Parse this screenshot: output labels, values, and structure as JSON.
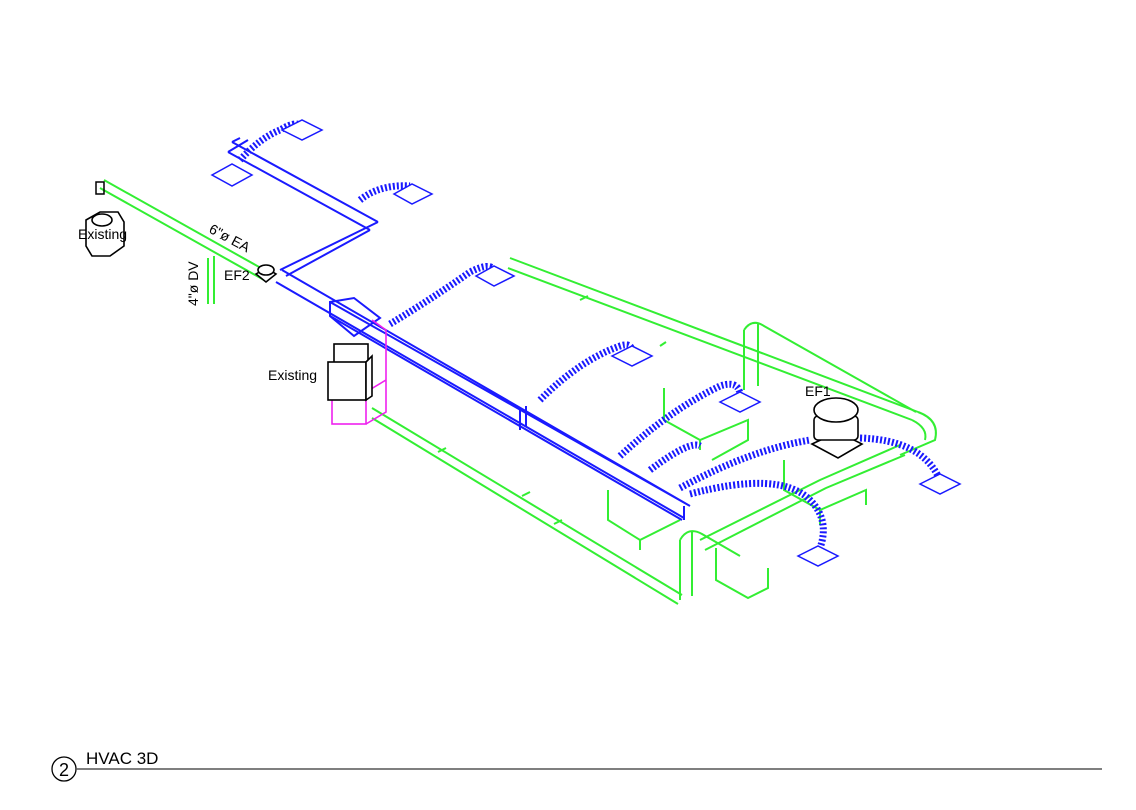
{
  "labels": {
    "existing_left": "Existing",
    "existing_unit": "Existing",
    "ea_pipe": "6\"ø EA",
    "dv_pipe": "4\"ø DV",
    "ef2": "EF2",
    "ef1": "EF1"
  },
  "title_block": {
    "number": "2",
    "title": "HVAC 3D"
  },
  "colors": {
    "supply_duct": "#1a1aff",
    "piping": "#33ee33",
    "equipment": "#000000",
    "existing_base": "#ee22ee"
  }
}
